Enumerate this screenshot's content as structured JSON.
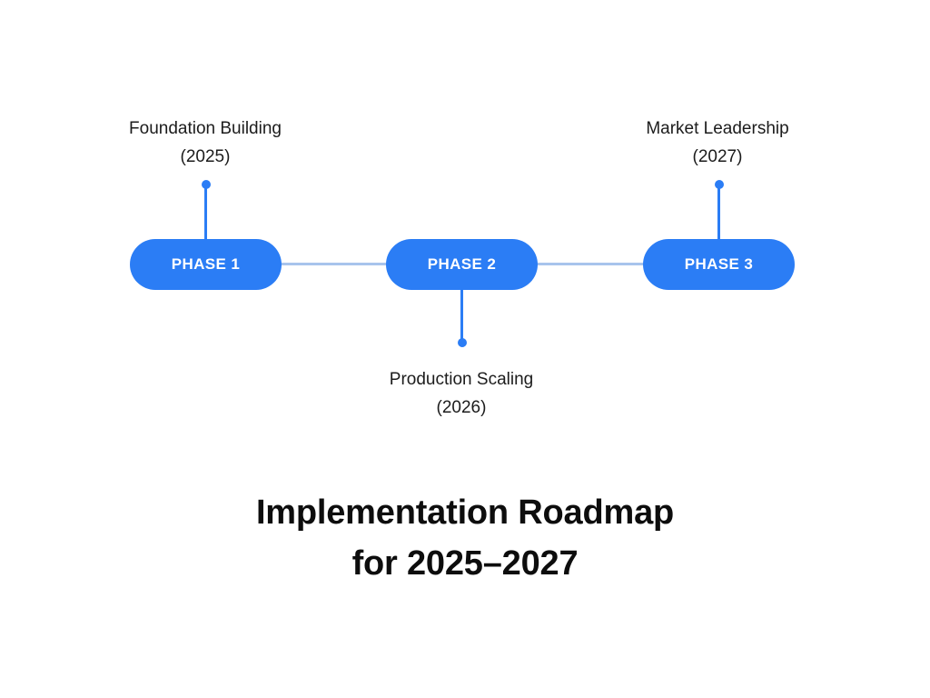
{
  "diagram": {
    "type": "roadmap-timeline",
    "accent_color": "#2b7df5",
    "connector_color": "#a8c4ec",
    "title_color": "#0d0d0d",
    "caption_color": "#1c1c1c",
    "background_color": "#ffffff",
    "phases": [
      {
        "pill_label": "PHASE 1",
        "milestone": "Foundation Building",
        "year": "(2025)",
        "stem_direction": "up"
      },
      {
        "pill_label": "PHASE 2",
        "milestone": "Production Scaling",
        "year": "(2026)",
        "stem_direction": "down"
      },
      {
        "pill_label": "PHASE 3",
        "milestone": "Market Leadership",
        "year": "(2027)",
        "stem_direction": "up"
      }
    ]
  },
  "title": {
    "line1": "Implementation Roadmap",
    "line2": "for 2025–2027"
  }
}
